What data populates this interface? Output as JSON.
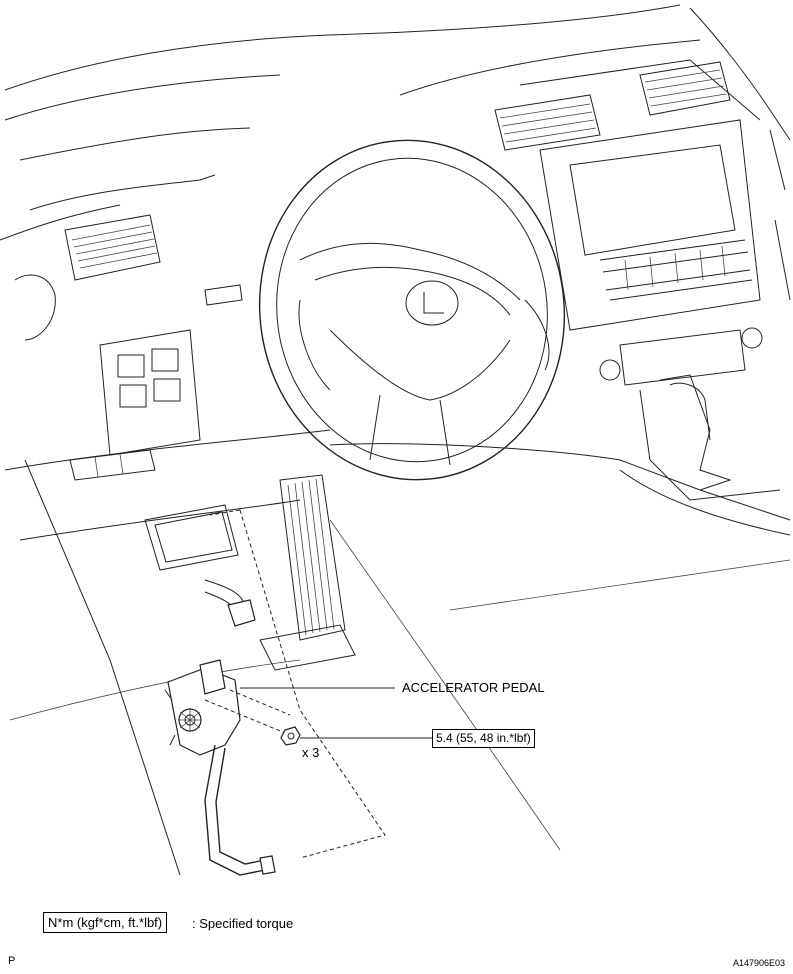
{
  "labels": {
    "accelerator_pedal": "ACCELERATOR PEDAL",
    "torque_value": "5.4 (55, 48 in.*lbf)",
    "quantity": "x 3"
  },
  "legend": {
    "unit_box": "N*m (kgf*cm, ft.*lbf)",
    "description": ": Specified torque"
  },
  "footer": {
    "left_mark": "P",
    "figure_id": "A147906E03"
  },
  "colors": {
    "line": "#222222",
    "background": "#ffffff"
  }
}
